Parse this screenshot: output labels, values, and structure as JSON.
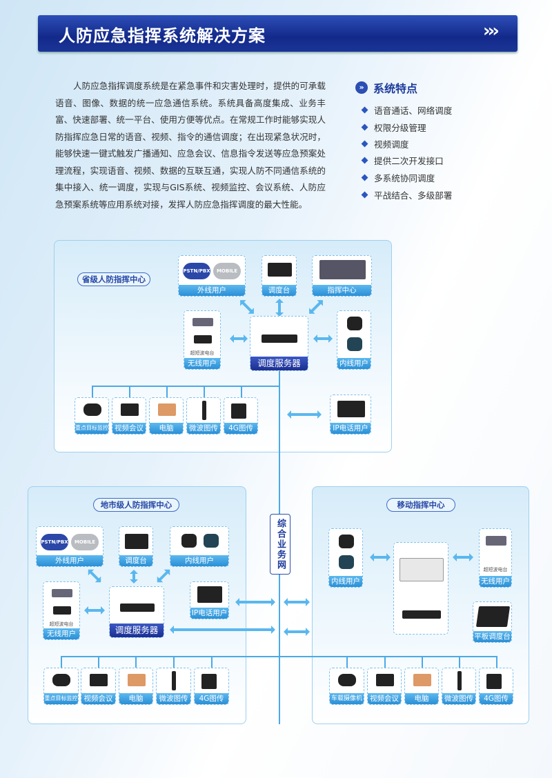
{
  "header": {
    "title": "人防应急指挥系统解决方案",
    "chevrons": "›››"
  },
  "intro": "人防应急指挥调度系统是在紧急事件和灾害处理时，提供的可承载语音、图像、数据的统一应急通信系统。系统具备高度集成、业务丰富、快速部署、统一平台、使用方便等优点。在常规工作时能够实现人防指挥应急日常的语音、视频、指令的通信调度；在出现紧急状况时，能够快速一键式触发广播通知、应急会议、信息指令发送等应急预案处理流程，实现语音、视频、数据的互联互通，实现人防不同通信系统的集中接入、统一调度，实现与GIS系统、视频监控、会议系统、人防应急预案系统等应用系统对接，发挥人防应急指挥调度的最大性能。",
  "features": {
    "title": "系统特点",
    "items": [
      "语音通话、网络调度",
      "权限分级管理",
      "视频调度",
      "提供二次开发接口",
      "多系统协同调度",
      "平战结合、多级部署"
    ]
  },
  "network_label": "综合业务网",
  "provincial": {
    "title": "省级人防指挥中心",
    "pstn": "PSTN/PBX",
    "mobile": "MOBILE",
    "external": "外线用户",
    "console": "调度台",
    "command": "指挥中心",
    "wireless": "无线用户",
    "radio": "超短波电台",
    "server": "调度服务器",
    "internal": "内线用户",
    "ip": "IP电话用户",
    "devices": [
      "重点目标监控",
      "视频会议",
      "电脑",
      "微波图传",
      "4G图传"
    ]
  },
  "city": {
    "title": "地市级人防指挥中心",
    "pstn": "PSTN/PBX",
    "mobile": "MOBILE",
    "external": "外线用户",
    "console": "调度台",
    "internal": "内线用户",
    "wireless": "无线用户",
    "radio": "超短波电台",
    "server": "调度服务器",
    "ip": "IP电话用户",
    "devices": [
      "重点目标监控",
      "视频会议",
      "电脑",
      "微波图传",
      "4G图传"
    ]
  },
  "mobile_center": {
    "title": "移动指挥中心",
    "internal": "内线用户",
    "wireless": "无线用户",
    "radio": "超短波电台",
    "tablet": "平板调度台",
    "devices": [
      "车载摄像机",
      "视频会议",
      "电脑",
      "微波图传",
      "4G图传"
    ]
  }
}
